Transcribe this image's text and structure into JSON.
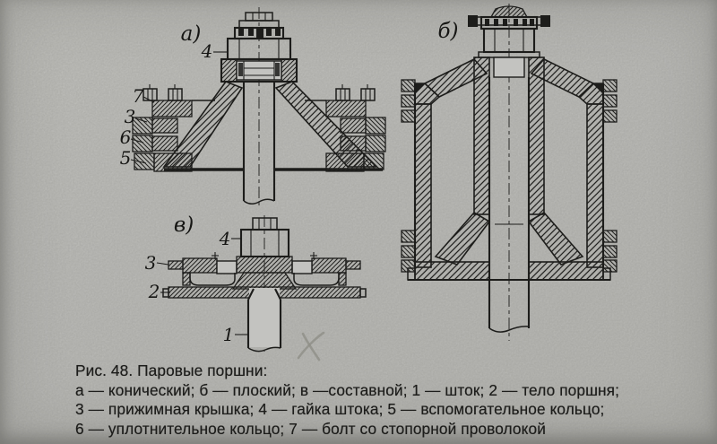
{
  "page": {
    "paper_color": "#c3c3c0",
    "ink_color": "#1d1d1b",
    "figure_kind": "scanned engineering cross-section drawing"
  },
  "drawings": {
    "a": {
      "label": "а)",
      "callout_4": "4",
      "callout_7": "7",
      "callout_3": "3",
      "callout_6": "6",
      "callout_5": "5"
    },
    "b": {
      "label": "б)"
    },
    "v": {
      "label": "в)",
      "callout_4": "4",
      "callout_3": "3",
      "callout_2": "2",
      "callout_1": "1"
    }
  },
  "caption": {
    "lines": [
      "Рис. 48. Паровые поршни:",
      "а — конический; б — плоский; в —составной; 1 — шток; 2 — тело поршня;",
      "3 — прижимная крышка; 4 — гайка штока; 5 — вспомогательное кольцо;",
      "6 — уплотнительное кольцо; 7 — болт со стопорной проволокой"
    ]
  }
}
